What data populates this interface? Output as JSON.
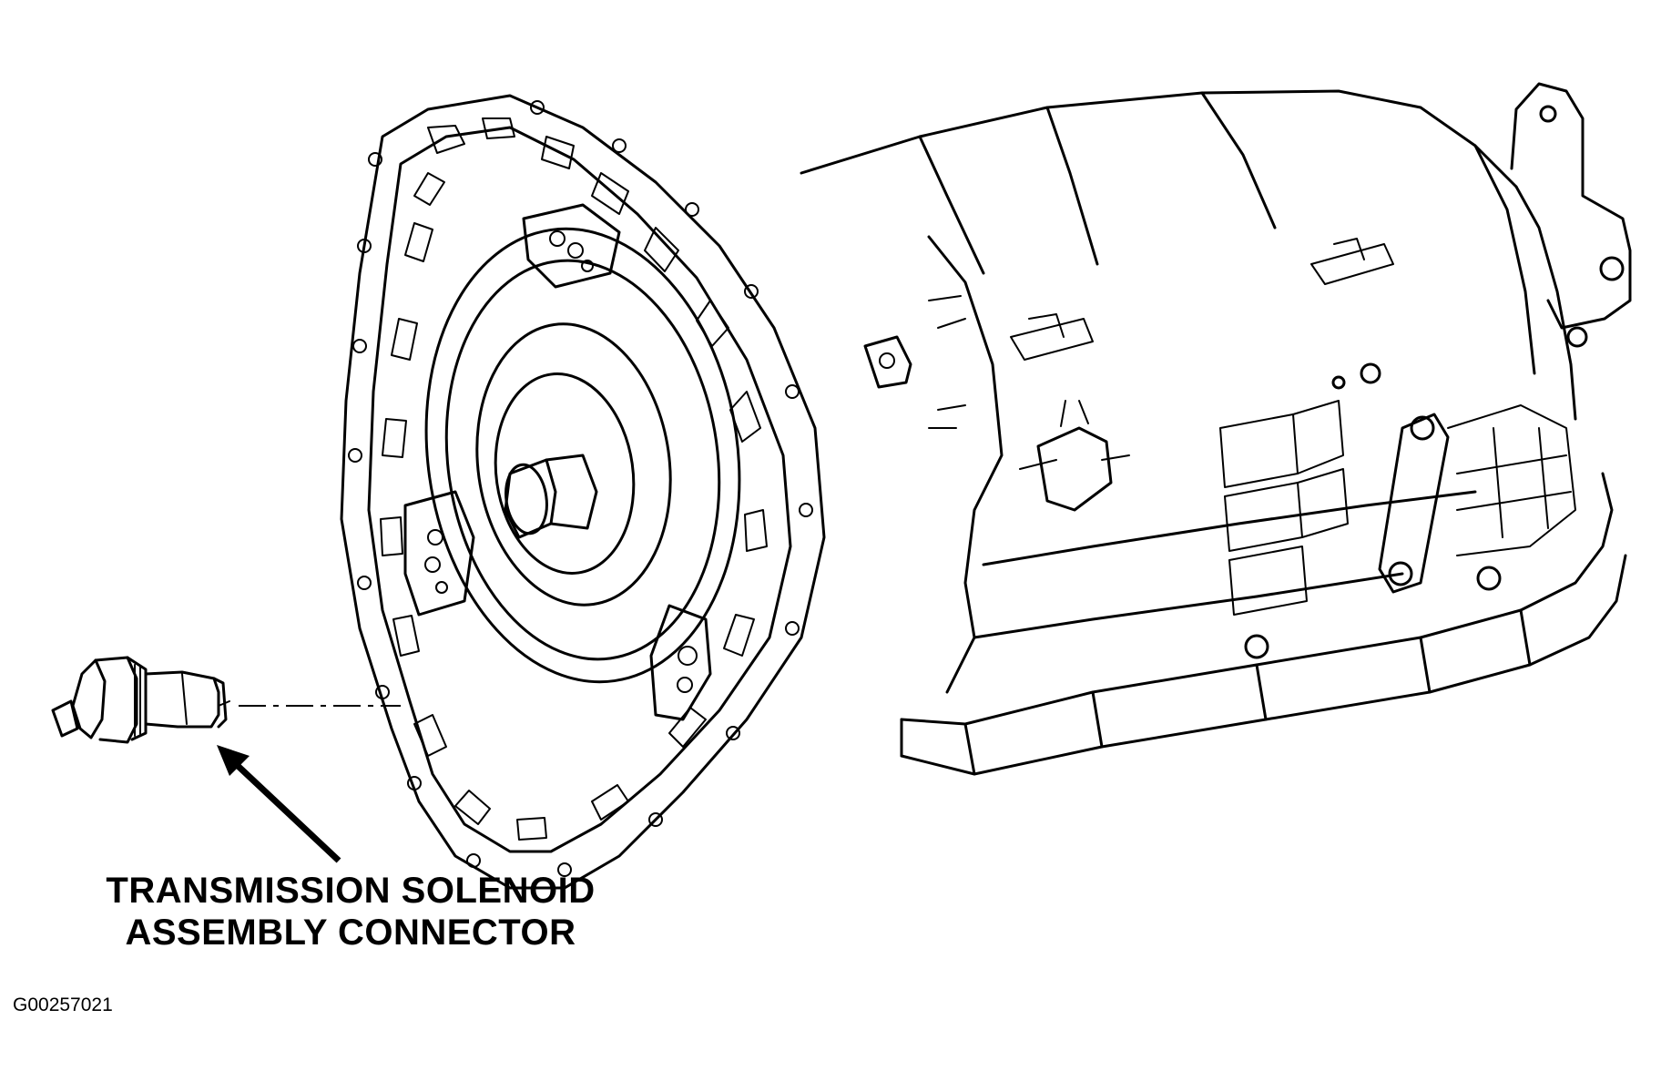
{
  "callout": {
    "line1": "TRANSMISSION SOLENOID",
    "line2": "ASSEMBLY CONNECTOR"
  },
  "figure_id": "G00257021"
}
